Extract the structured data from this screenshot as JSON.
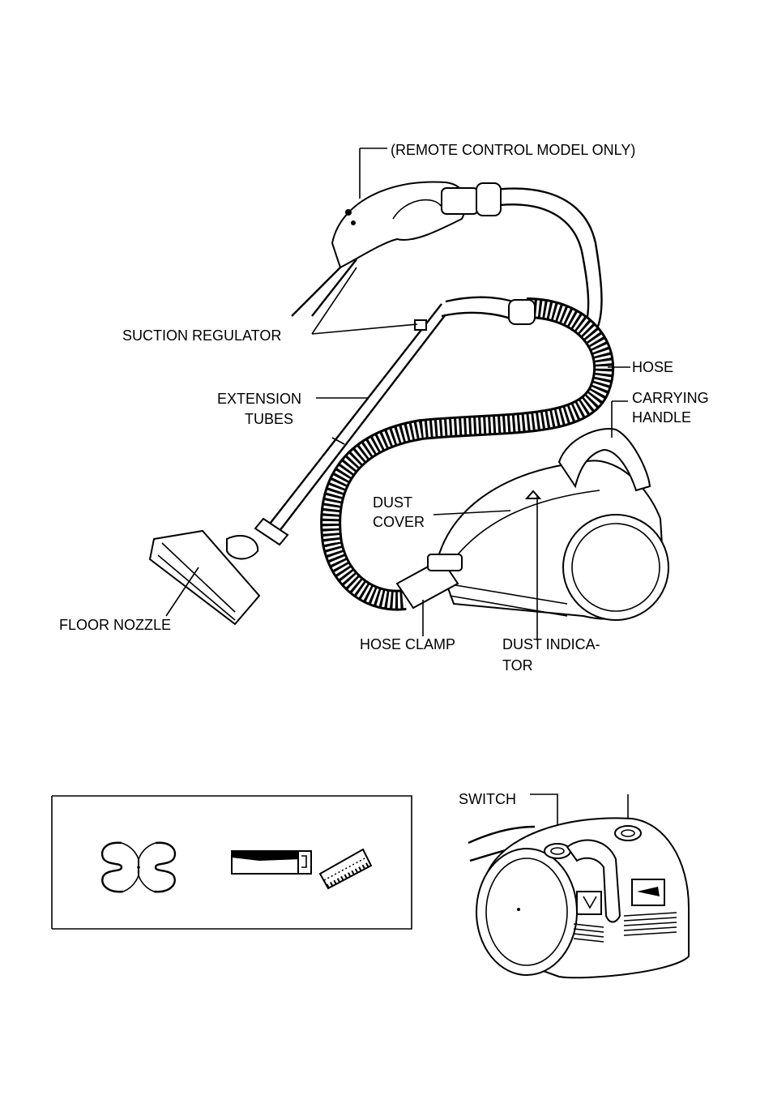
{
  "labels": {
    "remote_control": "(REMOTE CONTROL MODEL ONLY)",
    "suction_regulator": "SUCTION REGULATOR",
    "hose": "HOSE",
    "extension_1": "EXTENSION",
    "extension_2": "TUBES",
    "carrying_1": "CARRYING",
    "carrying_2": "HANDLE",
    "dust_cover_1": "DUST",
    "dust_cover_2": "COVER",
    "floor_nozzle": "FLOOR NOZZLE",
    "hose_clamp": "HOSE CLAMP",
    "dust_indicator_1": "DUST INDICA-",
    "dust_indicator_2": "TOR",
    "switch": "SWITCH"
  },
  "icons": [
    "tube-clips-icon",
    "crevice-tool-icon",
    "dusting-brush-icon",
    "vacuum-body-icon",
    "switch-button-icon",
    "cord-reel-button-icon"
  ]
}
